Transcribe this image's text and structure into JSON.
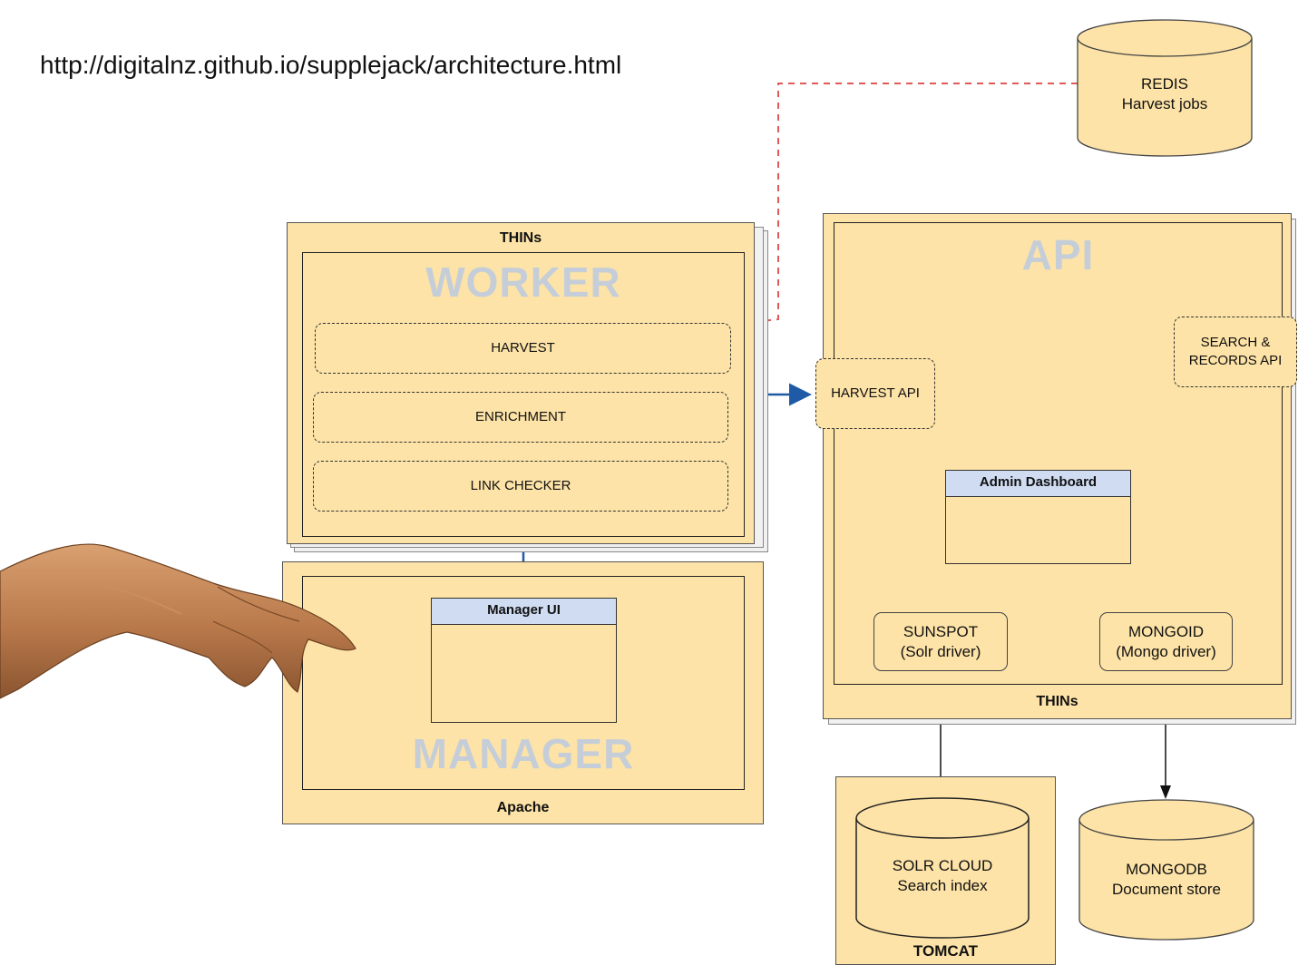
{
  "url_text": "http://digitalnz.github.io/supplejack/architecture.html",
  "colors": {
    "box_fill": "#fde3a7",
    "header_fill": "#cfdcf2",
    "watermark": "#c5ced8",
    "arrow_blue": "#1f5aa6",
    "redis_dash": "#e05a5a"
  },
  "worker": {
    "container_label": "THINs",
    "watermark": "WORKER",
    "modules": [
      "HARVEST",
      "ENRICHMENT",
      "LINK CHECKER"
    ]
  },
  "manager": {
    "container_label": "Apache",
    "watermark": "MANAGER",
    "component": "Manager UI"
  },
  "api": {
    "container_label": "THINs",
    "watermark": "API",
    "harvest_api": "HARVEST API",
    "search_api": [
      "SEARCH &",
      "RECORDS API"
    ],
    "admin": "Admin Dashboard",
    "sunspot": [
      "SUNSPOT",
      "(Solr driver)"
    ],
    "mongoid": [
      "MONGOID",
      "(Mongo driver)"
    ]
  },
  "redis": [
    "REDIS",
    "Harvest jobs"
  ],
  "solr": [
    "SOLR CLOUD",
    "Search index"
  ],
  "tomcat_label": "TOMCAT",
  "mongodb": [
    "MONGODB",
    "Document store"
  ],
  "icons": {
    "hand": "pointing-hand-icon"
  }
}
